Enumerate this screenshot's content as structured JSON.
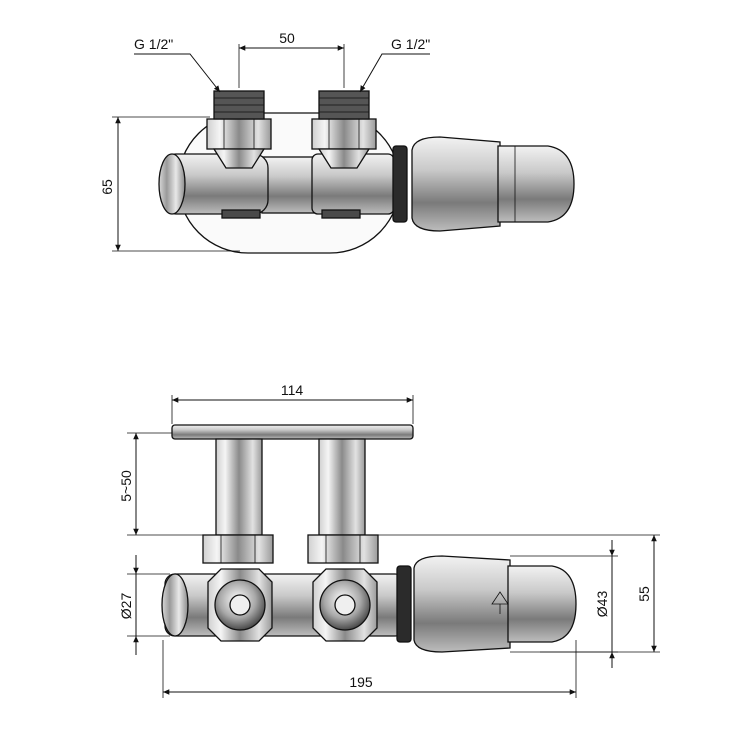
{
  "top_view": {
    "thread_left_label": "G 1/2\"",
    "thread_right_label": "G 1/2\"",
    "spacing_label": "50",
    "height_label": "65"
  },
  "front_view": {
    "plate_width_label": "114",
    "wall_distance_label": "5~50",
    "body_diameter_label": "Ø27",
    "head_diameter_label": "Ø43",
    "total_height_label": "55",
    "total_length_label": "195"
  },
  "colors": {
    "line": "#111111",
    "metal_dark": "#6e6e6e",
    "metal_mid": "#bdbdbd",
    "metal_light": "#e6e6e6",
    "rubber": "#2b2b2b"
  }
}
